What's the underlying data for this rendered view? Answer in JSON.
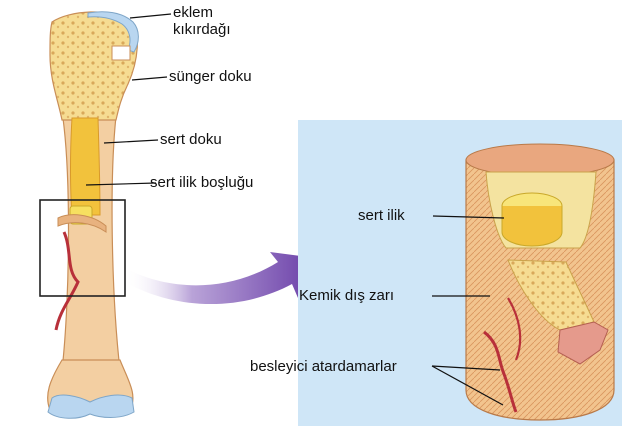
{
  "labels": {
    "eklem_line1": "eklem",
    "eklem_line2": "kıkırdağı",
    "sunger_doku": "sünger doku",
    "sert_doku": "sert doku",
    "ilik_boslugu": "sert ilik boşluğu",
    "sert_ilik": "sert ilik",
    "dis_zar": "Kemik dış zarı",
    "atardamarlar": "besleyici atardamarlar"
  },
  "colors": {
    "panel_bg": "#cfe6f7",
    "bone": "#f3cfa2",
    "bone_dark": "#d9a56f",
    "spongy": "#f4d98a",
    "marrow": "#f2c23c",
    "cartilage": "#b9d6f0",
    "periosteum": "#d97b6e",
    "artery": "#b8303a",
    "arrow": "#7a4fb0"
  }
}
